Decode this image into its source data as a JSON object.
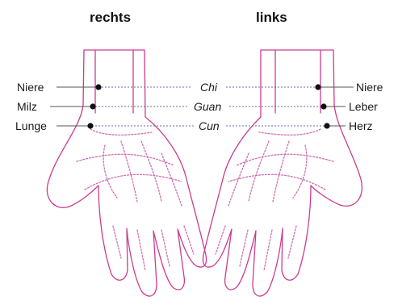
{
  "headers": {
    "right_hand": "rechts",
    "left_hand": "links"
  },
  "middle_positions": [
    "Chi",
    "Guan",
    "Cun"
  ],
  "rechts_organs": [
    "Niere",
    "Milz",
    "Lunge"
  ],
  "links_organs": [
    "Niere",
    "Leber",
    "Herz"
  ],
  "colors": {
    "hand_outline": "#cc3c8e",
    "hand_lines": "#d070b0",
    "guide_line": "#6a6aa8",
    "point": "#111111"
  }
}
